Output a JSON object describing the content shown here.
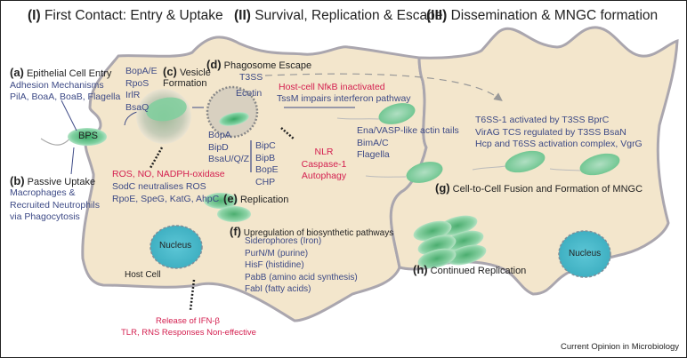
{
  "headers": {
    "stage1": {
      "num": "(I)",
      "title": "First Contact: Entry & Uptake"
    },
    "stage2": {
      "num": "(II)",
      "title": "Survival, Replication & Escape"
    },
    "stage3": {
      "num": "(III)",
      "title": "Dissemination & MNGC formation"
    }
  },
  "bacterium_label": "BPS",
  "a": {
    "letter": "(a)",
    "title": "Epithelial Cell Entry",
    "lines": [
      "Adhesion Mechanisms",
      "PilA, BoaA, BoaB, Flagella"
    ]
  },
  "b": {
    "letter": "(b)",
    "title": "Passive Uptake",
    "lines": [
      "Macrophages &",
      "Recruited Neutrophils",
      "via Phagocytosis"
    ]
  },
  "c": {
    "letter": "(c)",
    "title_line1": "Vesicle",
    "title_line2": "Formation",
    "factors": [
      "BopA/E",
      "RpoS",
      "IrlR",
      "BsaQ"
    ]
  },
  "ros": {
    "red": "ROS, NO, NADPH-oxidase",
    "lines": [
      "SodC neutralises ROS",
      "RpoE, SpeG, KatG, AhpC"
    ]
  },
  "d": {
    "letter": "(d)",
    "title": "Phagosome Escape",
    "t3ss": "T3SS",
    "ecotin": "Ecotin",
    "red": "Host-cell NfκB inactivated",
    "tssm": "TssM impairs interferon pathway",
    "factors_left": [
      "BopA",
      "BipD",
      "BsaU/Q/Z"
    ],
    "factors_right": [
      "BipC",
      "BipB",
      "BopE",
      "CHP"
    ]
  },
  "nlr": {
    "lines": [
      "NLR",
      "Caspase-1",
      "Autophagy"
    ]
  },
  "e": {
    "letter": "(e)",
    "title": "Replication"
  },
  "f": {
    "letter": "(f)",
    "title": "Upregulation of biosynthetic pathways",
    "lines": [
      "Siderophores (Iron)",
      "PurN/M (purine)",
      "HisF (histidine)",
      "PabB (amino acid synthesis)",
      "FabI (fatty acids)"
    ]
  },
  "actin": {
    "lines": [
      "Ena/VASP-like actin tails",
      "BimA/C",
      "Flagella"
    ]
  },
  "t6ss": {
    "lines": [
      "T6SS-1 activated by T3SS BprC",
      "VirAG TCS regulated by T3SS BsaN",
      "Hcp and T6SS activation complex, VgrG"
    ]
  },
  "g": {
    "letter": "(g)",
    "title": "Cell-to-Cell Fusion and Formation of MNGC"
  },
  "h": {
    "letter": "(h)",
    "title": "Continued Replication"
  },
  "nucleus1": "Nucleus",
  "nucleus2": "Nucleus",
  "host_cell": "Host Cell",
  "ifn": {
    "lines": [
      "Release of IFN-β",
      "TLR, RNS Responses Non-effective"
    ]
  },
  "credit": "Current Opinion in Microbiology",
  "colors": {
    "cell_fill": "#f3e6cc",
    "cell_stroke": "#a8a4ac",
    "bacteria": "#6cc48e",
    "nucleus": "#4fbccc",
    "blue_text": "#3d4a86",
    "red_text": "#d42050"
  }
}
